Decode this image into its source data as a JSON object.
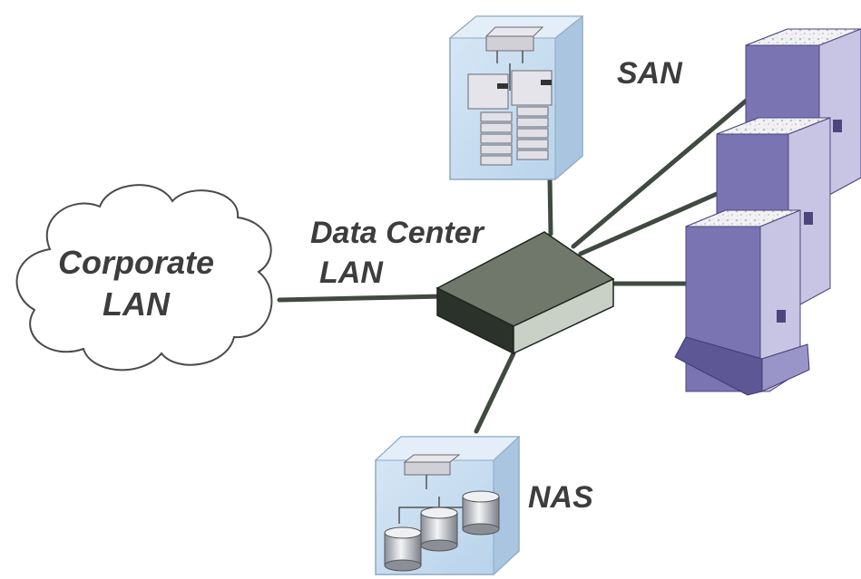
{
  "labels": {
    "corporate_lan_line1": "Corporate",
    "corporate_lan_line2": "LAN",
    "data_center_line1": "Data Center",
    "data_center_line2": "LAN",
    "san": "SAN",
    "nas": "NAS"
  },
  "colors": {
    "link": "#404a40",
    "switch_top": "#6f786b",
    "switch_front": "#2b322b",
    "switch_side": "#c9d1c6",
    "enclosure": "#c4dbef",
    "server_front": "#7a74b3",
    "server_side": "#c8c4e3",
    "label": "#3d3d3d"
  }
}
